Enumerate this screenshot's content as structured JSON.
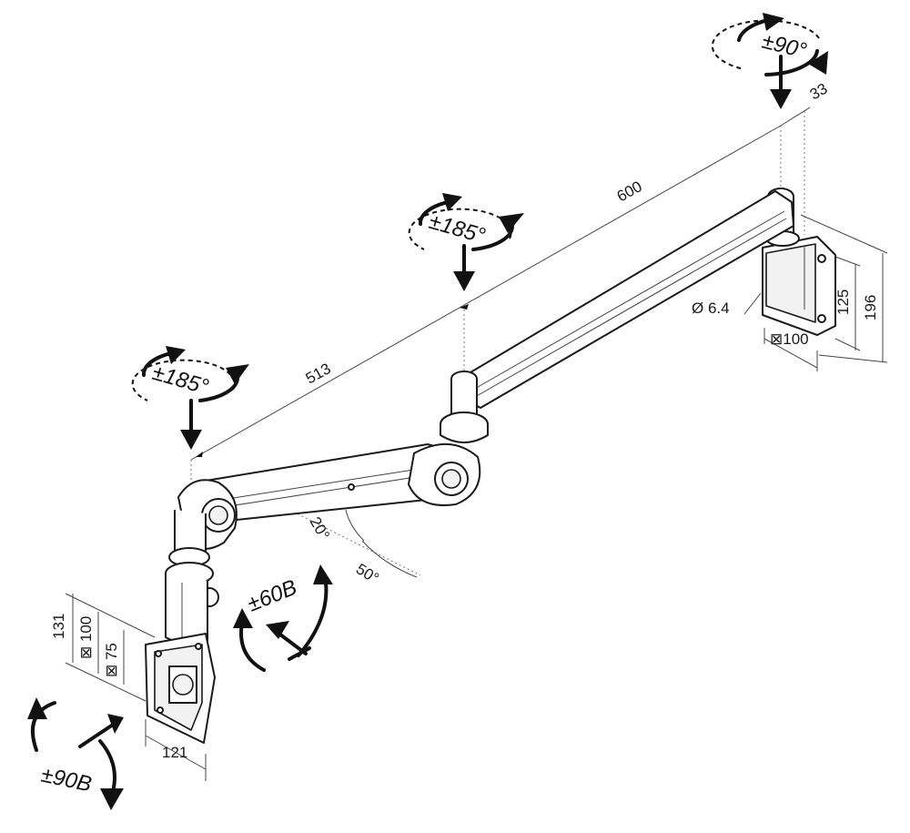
{
  "dimensions": {
    "span_outer": "600",
    "span_inner": "513",
    "offset_top": "33",
    "height_outer": "196",
    "height_inner": "125",
    "hole_diameter": "Ø 6.4",
    "wall_vesa": "⊠100",
    "bracket_height": "131",
    "vesa_large": "⊠ 100",
    "vesa_small": "⊠ 75",
    "bracket_width": "121",
    "angle_up": "20°",
    "angle_down": "50°"
  },
  "rotations": {
    "wall_pivot": "±90°",
    "middle_pivot": "±185°",
    "front_pivot": "±185°",
    "tilt": "±60B",
    "roll": "±90B"
  }
}
